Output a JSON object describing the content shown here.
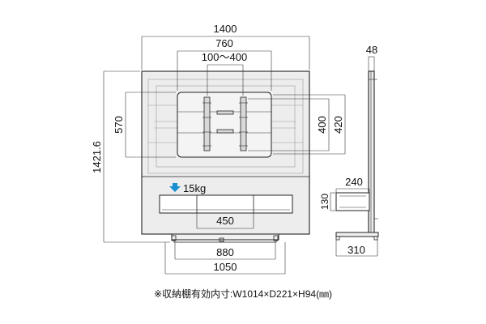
{
  "dimensions": {
    "width_total": "1400",
    "vesa_outer": "760",
    "vesa_range": "100～400",
    "height_total": "1421.6",
    "mount_range_height": "570",
    "vesa_h1": "400",
    "vesa_h2": "420",
    "shelf_width": "450",
    "base_width_inner": "880",
    "base_width_outer": "1050",
    "side_thickness": "48",
    "side_shelf_depth": "240",
    "side_shelf_height": "130",
    "side_base_depth": "310"
  },
  "load": {
    "label": "15kg",
    "icon": "down-arrow-icon",
    "color": "#1a8fd0"
  },
  "note": "※収納棚有効内寸:W1014×D221×H94(㎜)"
}
